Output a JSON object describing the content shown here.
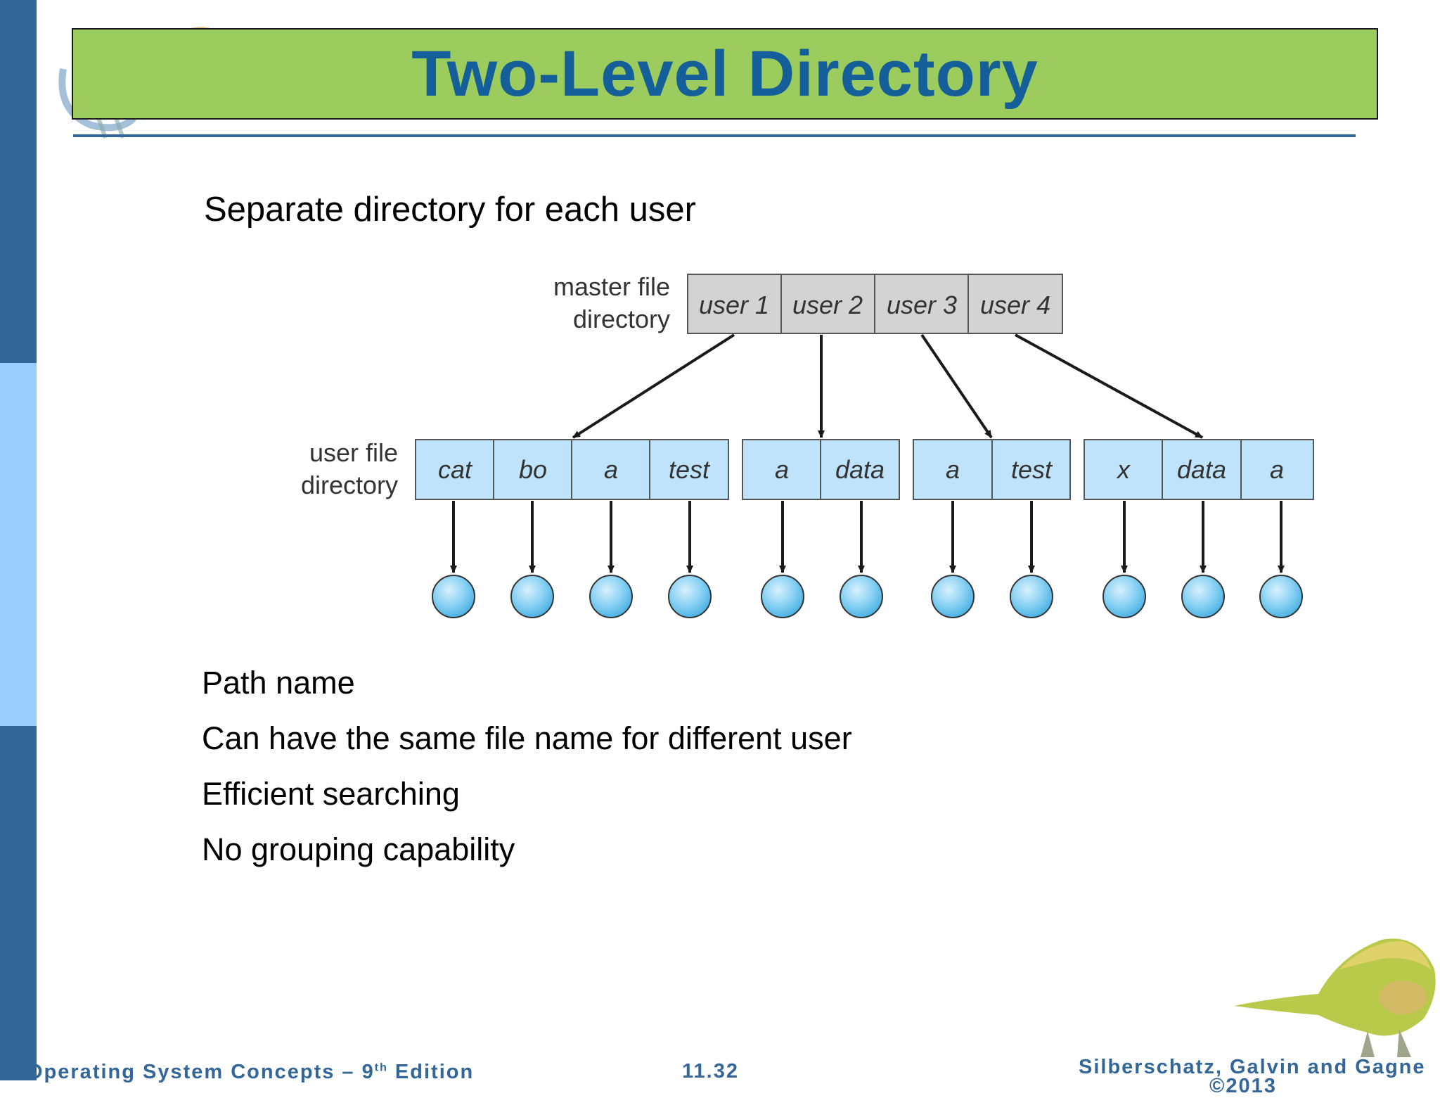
{
  "slide": {
    "title": "Two-Level Directory",
    "subtitle": "Separate directory for each user",
    "bullets": [
      "Path name",
      "Can have the same file name for different user",
      "Efficient searching",
      "No grouping capability"
    ]
  },
  "diagram": {
    "master_label": [
      "master file",
      "directory"
    ],
    "user_label": [
      "user file",
      "directory"
    ],
    "master_cells": [
      "user 1",
      "user 2",
      "user 3",
      "user 4"
    ],
    "user_groups": [
      [
        "cat",
        "bo",
        "a",
        "test"
      ],
      [
        "a",
        "data"
      ],
      [
        "a",
        "test"
      ],
      [
        "x",
        "data",
        "a"
      ]
    ]
  },
  "footer": {
    "left_prefix": "Operating System Concepts – 9",
    "left_sup": "th",
    "left_suffix": " Edition",
    "page_number": "11.32",
    "authors": "Silberschatz, Galvin and Gagne",
    "year": "©2013"
  },
  "colors": {
    "title_bg": "#9ccb5e",
    "title_text": "#145f99",
    "accent": "#336699",
    "cell_fill": "#bfe3fa",
    "master_fill": "#d3d3d3",
    "node_fill": "#7dcdf2"
  },
  "icons": {
    "corner_logo": "dinosaur-logo",
    "bottom_logo": "dinosaur-logo"
  }
}
